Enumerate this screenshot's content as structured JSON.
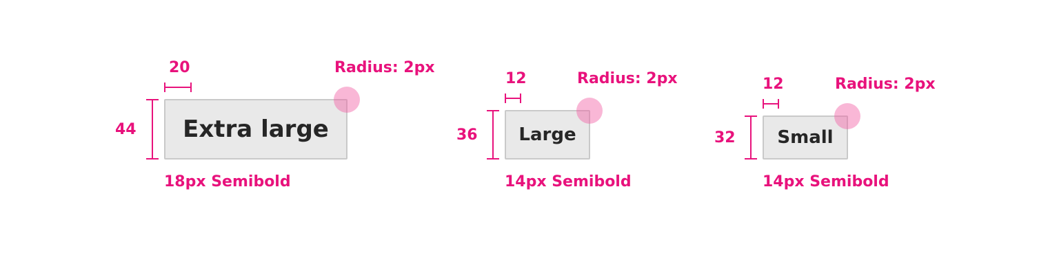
{
  "accent_color": "#e8127c",
  "specs": [
    {
      "button_label": "Extra large",
      "height_label": "44",
      "padding_label": "20",
      "radius_label": "Radius: 2px",
      "font_label": "18px Semibold"
    },
    {
      "button_label": "Large",
      "height_label": "36",
      "padding_label": "12",
      "radius_label": "Radius: 2px",
      "font_label": "14px Semibold"
    },
    {
      "button_label": "Small",
      "height_label": "32",
      "padding_label": "12",
      "radius_label": "Radius: 2px",
      "font_label": "14px Semibold"
    }
  ]
}
